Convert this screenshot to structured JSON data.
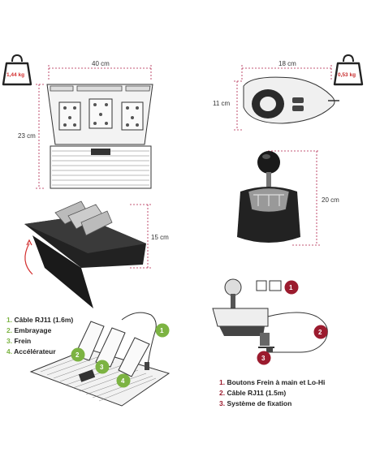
{
  "pedals": {
    "weight": "1,44 kg",
    "width": "40 cm",
    "height": "23 cm",
    "depth": "15 cm",
    "list": [
      {
        "num": "1.",
        "text": "Câble RJ11 (1.6m)"
      },
      {
        "num": "2.",
        "text": "Embrayage"
      },
      {
        "num": "3.",
        "text": "Frein"
      },
      {
        "num": "4.",
        "text": "Accélérateur"
      }
    ],
    "markers": [
      "1",
      "2",
      "3",
      "4"
    ],
    "color_accent": "#7cb342"
  },
  "shifter": {
    "weight": "0,53 kg",
    "width": "18 cm",
    "depth": "11 cm",
    "height": "20 cm",
    "list": [
      {
        "num": "1.",
        "text": "Boutons Frein à main et Lo-Hi"
      },
      {
        "num": "2.",
        "text": "Câble RJ11 (1.5m)"
      },
      {
        "num": "3.",
        "text": "Système de fixation"
      }
    ],
    "markers": [
      "1",
      "2",
      "3"
    ],
    "color_accent": "#9b1b2e"
  },
  "colors": {
    "weight_pedals": "#d32f2f",
    "weight_shifter": "#c62828",
    "dimension_line": "#b0204a"
  }
}
